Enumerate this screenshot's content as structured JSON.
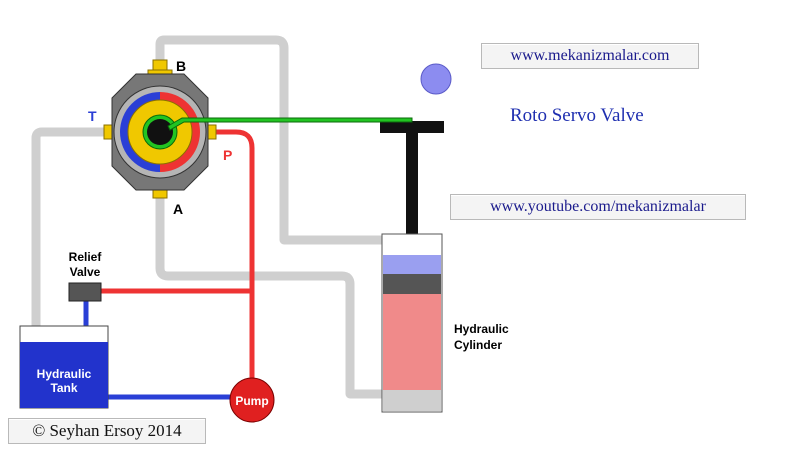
{
  "links": {
    "website": "www.mekanizmalar.com",
    "youtube": "www.youtube.com/mekanizmalar"
  },
  "title": "Roto Servo Valve",
  "copyright": "© Seyhan Ersoy 2014",
  "labels": {
    "port_b": "B",
    "port_t": "T",
    "port_p": "P",
    "port_a": "A",
    "relief_valve_line1": "Relief",
    "relief_valve_line2": "Valve",
    "tank_line1": "Hydraulic",
    "tank_line2": "Tank",
    "pump": "Pump",
    "cylinder_line1": "Hydraulic",
    "cylinder_line2": "Cylinder"
  },
  "colors": {
    "pressure": "#ee3333",
    "return": "#2a3fd6",
    "tank_fluid": "#2233cc",
    "cylinder_fluid": "#f08a8a",
    "cylinder_top_fluid": "#9a9ff0",
    "lever": "#22c422",
    "gray_line": "#cfcfcf"
  }
}
